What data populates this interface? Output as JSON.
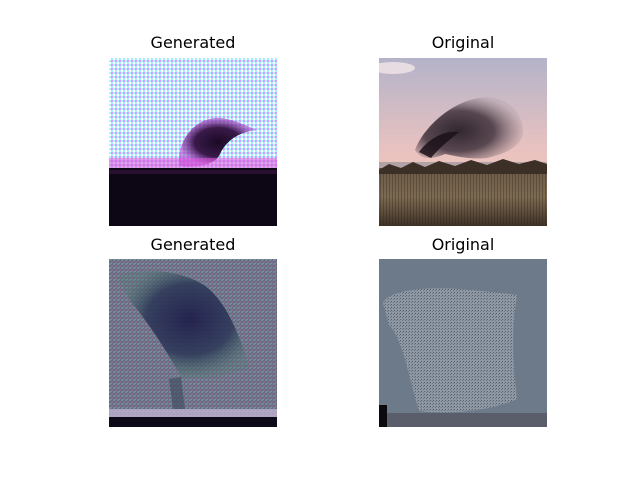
{
  "panels": [
    {
      "title": "Generated"
    },
    {
      "title": "Original"
    },
    {
      "title": "Generated"
    },
    {
      "title": "Original"
    }
  ],
  "colors": {
    "background": "#ffffff",
    "generated_sky": "#8ef0ff",
    "generated_magenta": "#d070ff",
    "original_sky_top": "#b9b4c8",
    "original_sky_bottom": "#f3c6b5",
    "original_reeds": "#5c4a36",
    "murmuration": "#2b1e2c",
    "dark_ground": "#0d0614",
    "bottom_generated_bg": "#5f6f7e",
    "bottom_original_bg": "#6c7a8a",
    "bottom_original_flock": "#9aa3ae"
  }
}
